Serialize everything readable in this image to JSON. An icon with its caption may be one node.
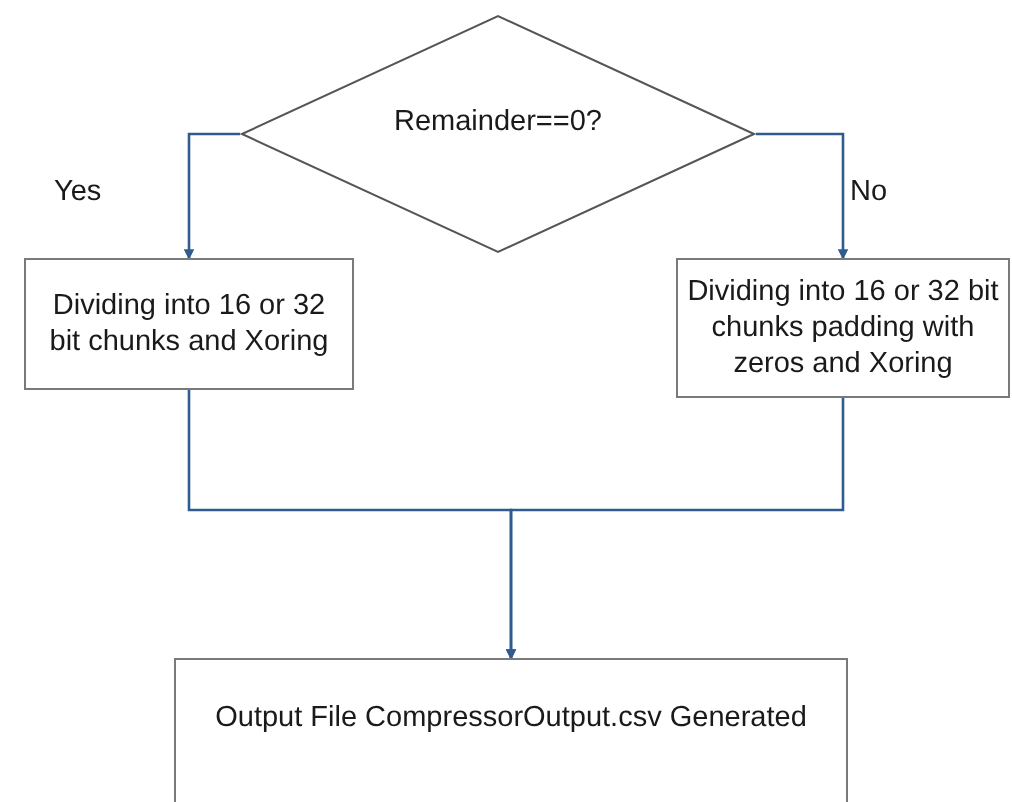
{
  "diagram": {
    "nodes": [
      {
        "text": [
          "Remainder==0?"
        ]
      },
      {
        "text": [
          "Dividing into 16 or 32 bit chunks and Xoring"
        ]
      },
      {
        "text": [
          "Dividing into 16 or 32 bit chunks padding with zeros and Xoring"
        ]
      },
      {
        "text": [
          "Output File CompressorOutput.csv Generated"
        ]
      }
    ],
    "edges": [
      {
        "from": 0,
        "to": 1,
        "arrow": "to",
        "label": "Yes"
      },
      {
        "from": 0,
        "to": 2,
        "arrow": "to",
        "label": "No"
      },
      {
        "from": 1,
        "to": 3,
        "arrow": "to"
      },
      {
        "from": 2,
        "to": 3,
        "arrow": "to"
      }
    ]
  }
}
